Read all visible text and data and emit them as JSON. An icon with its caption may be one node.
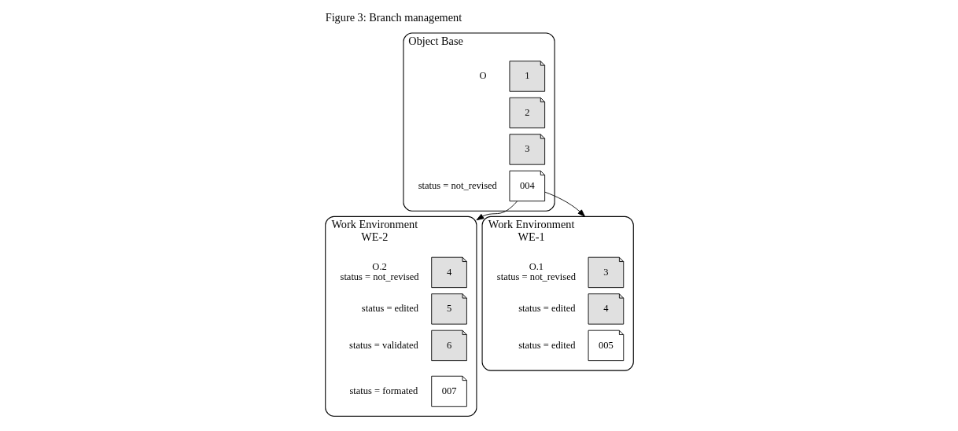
{
  "diagram": {
    "title": "Figure 3: Branch management",
    "nodes": [
      {
        "text": [
          "Object Base"
        ]
      },
      {
        "text": [
          "1"
        ],
        "in": 0,
        "beside": [
          "O"
        ]
      },
      {
        "text": [
          "2"
        ],
        "in": 0
      },
      {
        "text": [
          "3"
        ],
        "in": 0
      },
      {
        "text": [
          "004"
        ],
        "in": 0,
        "beside": [
          "status = not_revised"
        ]
      },
      {
        "text": [
          "Work Environment",
          "WE-2"
        ]
      },
      {
        "text": [
          "4"
        ],
        "in": 5,
        "beside": [
          "O.2",
          "status = not_revised"
        ]
      },
      {
        "text": [
          "5"
        ],
        "in": 5,
        "beside": [
          "status = edited"
        ]
      },
      {
        "text": [
          "6"
        ],
        "in": 5,
        "beside": [
          "status = validated"
        ]
      },
      {
        "text": [
          "007"
        ],
        "in": 5,
        "beside": [
          "status = formated"
        ]
      },
      {
        "text": [
          "Work Environment",
          "WE-1"
        ]
      },
      {
        "text": [
          "3"
        ],
        "in": 10,
        "beside": [
          "O.1",
          "status = not_revised"
        ]
      },
      {
        "text": [
          "4"
        ],
        "in": 10,
        "beside": [
          "status = edited"
        ]
      },
      {
        "text": [
          "005"
        ],
        "in": 10,
        "beside": [
          "status = edited"
        ]
      }
    ],
    "edges": [
      {
        "from": 4,
        "to": 5,
        "arrow": "to"
      },
      {
        "from": 4,
        "to": 10,
        "arrow": "to"
      }
    ]
  }
}
